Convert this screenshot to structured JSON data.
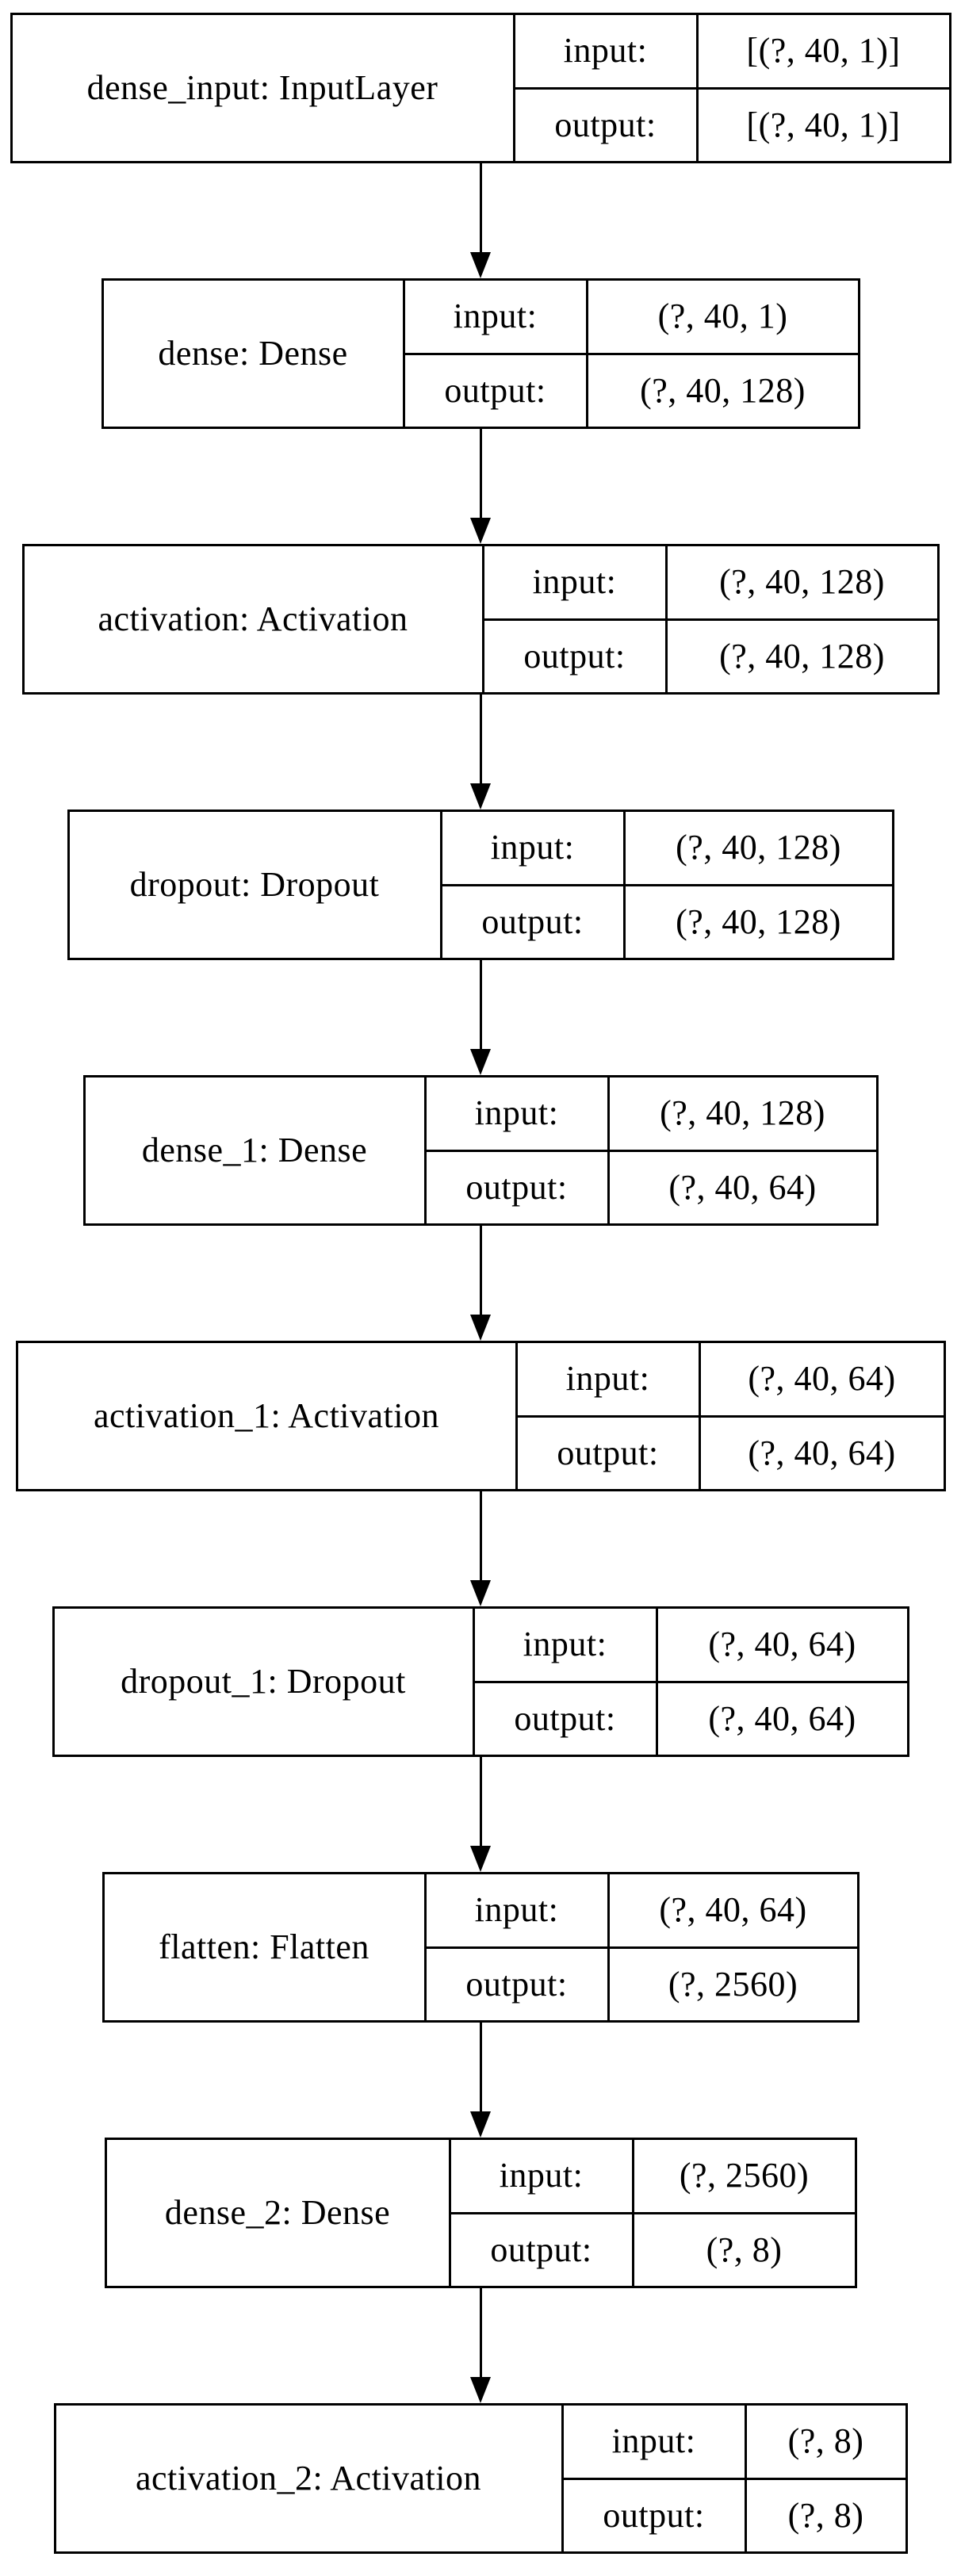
{
  "diagram": {
    "kind": "neural-network-layer-graph",
    "colors": {
      "line": "#000000",
      "background": "#ffffff",
      "text": "#000000"
    },
    "io_labels": {
      "input": "input:",
      "output": "output:"
    },
    "layers": [
      {
        "name": "dense_input: InputLayer",
        "input_shape": "[(?, 40, 1)]",
        "output_shape": "[(?, 40, 1)]"
      },
      {
        "name": "dense: Dense",
        "input_shape": "(?, 40, 1)",
        "output_shape": "(?, 40, 128)"
      },
      {
        "name": "activation: Activation",
        "input_shape": "(?, 40, 128)",
        "output_shape": "(?, 40, 128)"
      },
      {
        "name": "dropout: Dropout",
        "input_shape": "(?, 40, 128)",
        "output_shape": "(?, 40, 128)"
      },
      {
        "name": "dense_1: Dense",
        "input_shape": "(?, 40, 128)",
        "output_shape": "(?, 40, 64)"
      },
      {
        "name": "activation_1: Activation",
        "input_shape": "(?, 40, 64)",
        "output_shape": "(?, 40, 64)"
      },
      {
        "name": "dropout_1: Dropout",
        "input_shape": "(?, 40, 64)",
        "output_shape": "(?, 40, 64)"
      },
      {
        "name": "flatten: Flatten",
        "input_shape": "(?, 40, 64)",
        "output_shape": "(?, 2560)"
      },
      {
        "name": "dense_2: Dense",
        "input_shape": "(?, 2560)",
        "output_shape": "(?, 8)"
      },
      {
        "name": "activation_2: Activation",
        "input_shape": "(?, 8)",
        "output_shape": "(?, 8)"
      }
    ]
  }
}
